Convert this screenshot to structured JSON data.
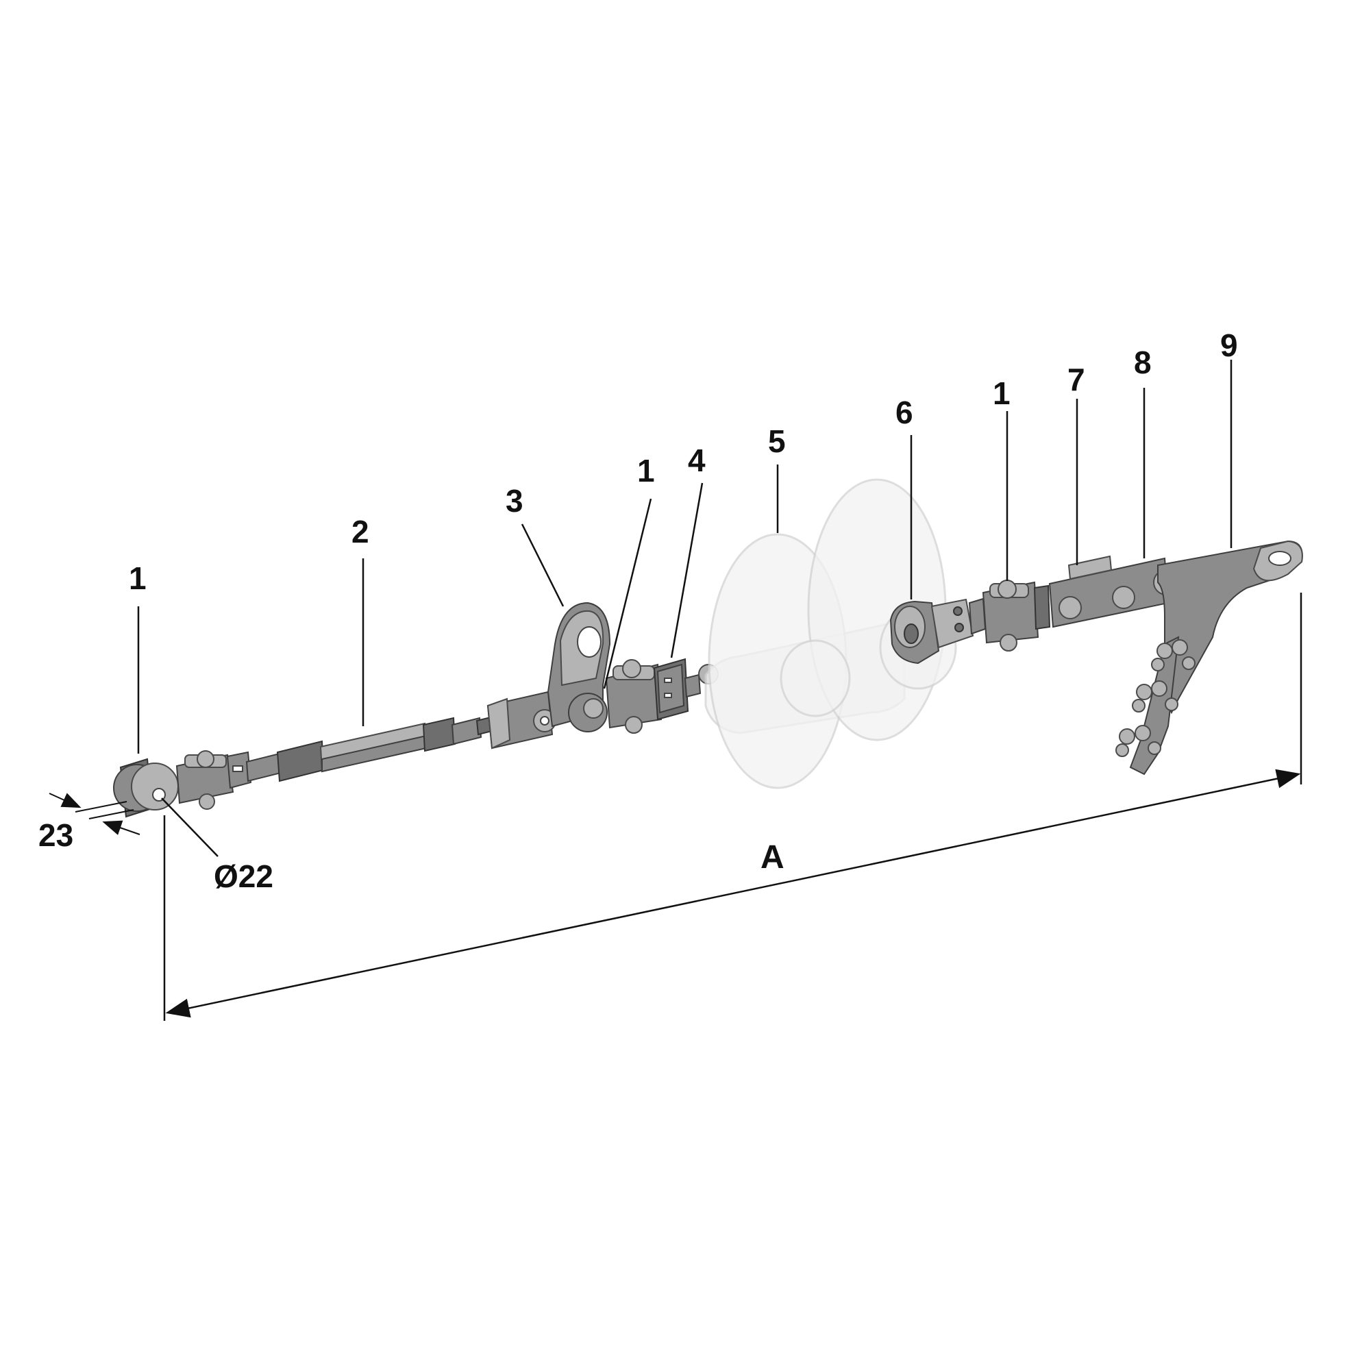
{
  "labels": {
    "part_1_left": "1",
    "part_2": "2",
    "part_3": "3",
    "part_1_mid": "1",
    "part_4": "4",
    "part_5": "5",
    "part_6": "6",
    "part_1_right": "1",
    "part_7": "7",
    "part_8": "8",
    "part_9": "9"
  },
  "dimensions": {
    "thickness": "23",
    "diameter": "Ø22",
    "overall_length": "A"
  }
}
